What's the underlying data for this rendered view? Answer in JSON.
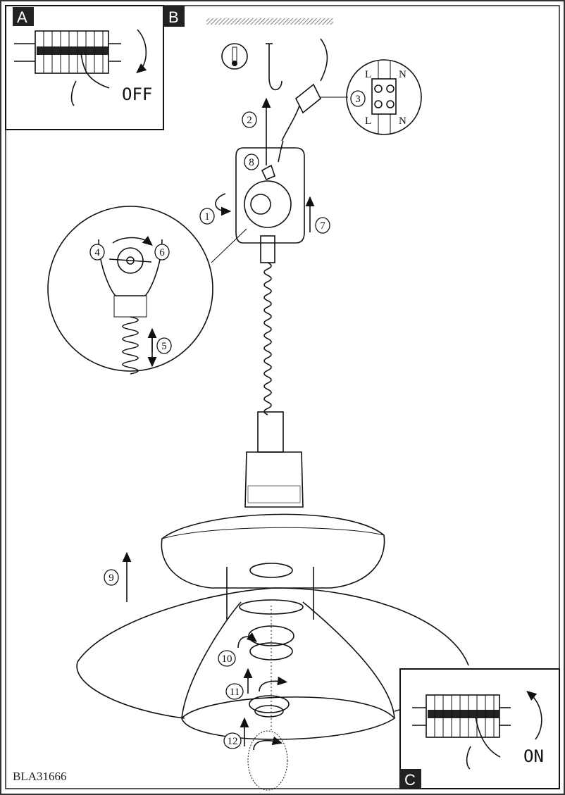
{
  "panels": {
    "a": {
      "label": "A",
      "switch_text": "OFF"
    },
    "b": {
      "label": "B"
    },
    "c": {
      "label": "C",
      "switch_text": "ON"
    }
  },
  "steps": [
    "1",
    "2",
    "3",
    "4",
    "5",
    "6",
    "7",
    "8",
    "9",
    "10",
    "11",
    "12"
  ],
  "terminal_labels": {
    "live": "L",
    "neutral": "N"
  },
  "model_code": "BLA31666"
}
